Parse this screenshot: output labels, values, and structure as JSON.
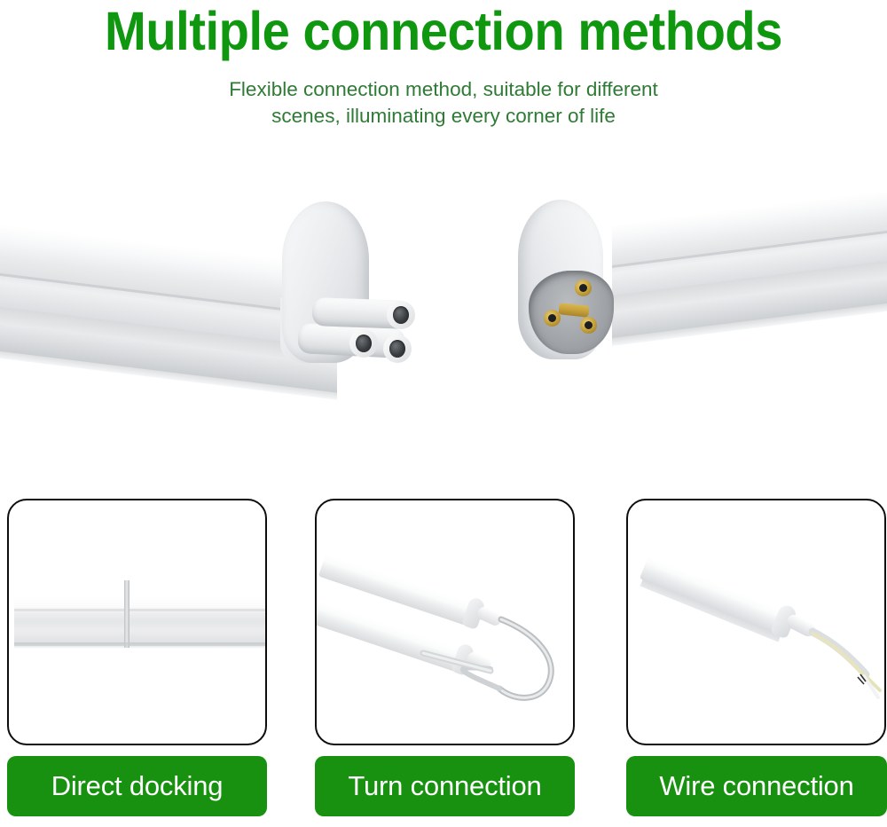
{
  "header": {
    "headline": "Multiple connection methods",
    "subtitle_line1": "Flexible connection method, suitable for different",
    "subtitle_line2": "scenes, illuminating every corner of life"
  },
  "hero": {
    "alt": "Two white LED integrated T5 tube lights shown end-on: the left tube has a male three-pin plug connector, the right tube has a matching recessed female socket with brass contacts",
    "left_product": "led-tube-male-connector",
    "right_product": "led-tube-female-socket"
  },
  "cards": [
    {
      "id": "direct-docking",
      "image_alt": "Two LED tube lights butted directly end to end forming one continuous line",
      "caption": "Direct docking"
    },
    {
      "id": "turn-connection",
      "image_alt": "Two parallel LED tube lights joined by a long looping connector cable",
      "caption": "Turn connection"
    },
    {
      "id": "wire-connection",
      "image_alt": "One LED tube light with a power cable ending in bare stripped wire leads",
      "caption": "Wire connection"
    }
  ],
  "colors": {
    "headline_green": "#0f970f",
    "subtitle_green": "#2f7a35",
    "button_green": "#17910f",
    "button_text": "#ffffff",
    "card_border": "#0d0d0d",
    "background": "#ffffff"
  }
}
